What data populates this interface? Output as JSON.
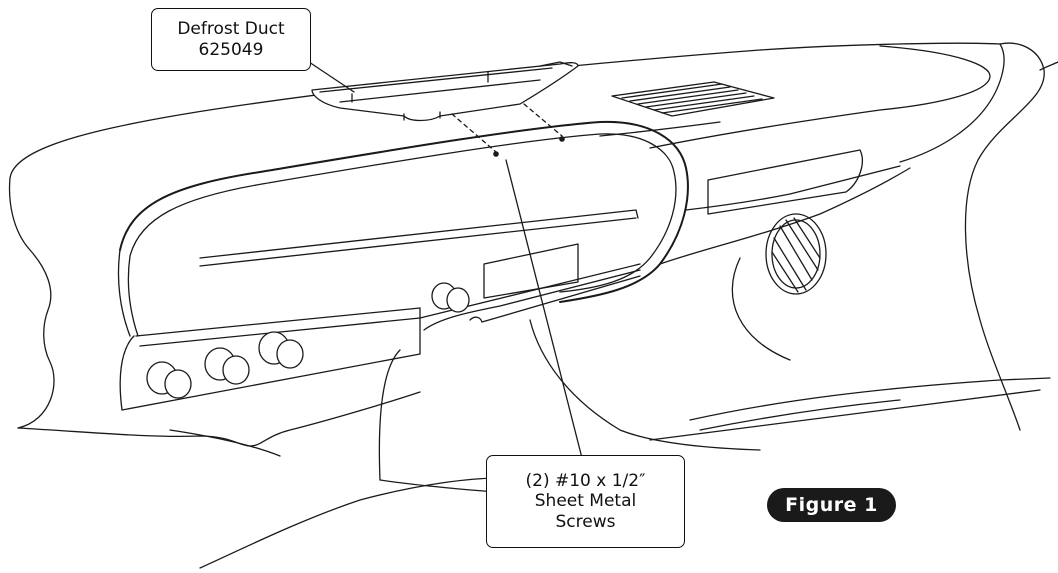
{
  "callouts": {
    "duct": {
      "line1": "Defrost Duct",
      "line2": "625049"
    },
    "screws": {
      "line1": "(2) #10 x  1/2″",
      "line2": "Sheet Metal",
      "line3": "Screws"
    }
  },
  "figure_label": "Figure 1",
  "colors": {
    "line": "#1a1a1a",
    "badge_bg": "#1a1a1a",
    "badge_text": "#ffffff",
    "background": "#ffffff"
  }
}
